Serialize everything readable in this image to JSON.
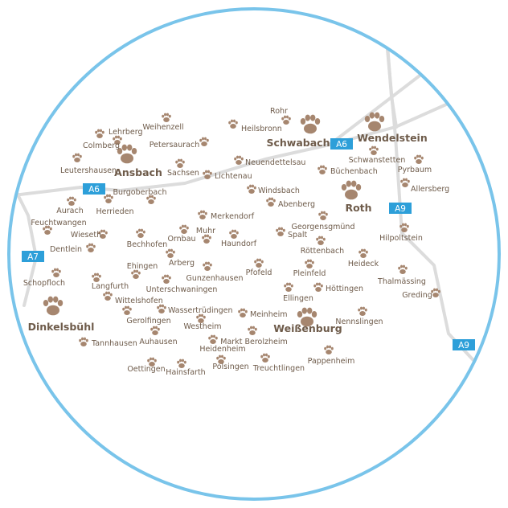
{
  "colors": {
    "border": "#79c4ea",
    "road": "#dcdcdc",
    "paw": "#a6866f",
    "label": "#6e5b4a",
    "highway_badge": "#2d9fd9"
  },
  "icon": "paw-print-icon",
  "highways": [
    {
      "id": "a6-west",
      "label": "A6"
    },
    {
      "id": "a6-east",
      "label": "A6"
    },
    {
      "id": "a9-north",
      "label": "A9"
    },
    {
      "id": "a9-south",
      "label": "A9"
    },
    {
      "id": "a7",
      "label": "A7"
    }
  ],
  "places": [
    {
      "name": "Rohr",
      "major": false
    },
    {
      "name": "Heilsbronn",
      "major": false
    },
    {
      "name": "Schwabach",
      "major": true
    },
    {
      "name": "Wendelstein",
      "major": true
    },
    {
      "name": "Lehrberg",
      "major": false
    },
    {
      "name": "Weihenzell",
      "major": false
    },
    {
      "name": "Colmberg",
      "major": false
    },
    {
      "name": "Petersaurach",
      "major": false
    },
    {
      "name": "Ansbach",
      "major": true
    },
    {
      "name": "Leutershausen",
      "major": false
    },
    {
      "name": "Sachsen",
      "major": false
    },
    {
      "name": "Neuendettelsau",
      "major": false
    },
    {
      "name": "Lichtenau",
      "major": false
    },
    {
      "name": "Büchenbach",
      "major": false
    },
    {
      "name": "Schwanstetten",
      "major": false
    },
    {
      "name": "Pyrbaum",
      "major": false
    },
    {
      "name": "Burgoberbach",
      "major": false
    },
    {
      "name": "Herrieden",
      "major": false
    },
    {
      "name": "Windsbach",
      "major": false
    },
    {
      "name": "Roth",
      "major": true
    },
    {
      "name": "Allersberg",
      "major": false
    },
    {
      "name": "Abenberg",
      "major": false
    },
    {
      "name": "Aurach",
      "major": false
    },
    {
      "name": "Feuchtwangen",
      "major": false
    },
    {
      "name": "Merkendorf",
      "major": false
    },
    {
      "name": "Georgensgmünd",
      "major": false
    },
    {
      "name": "Wieseth",
      "major": false
    },
    {
      "name": "Muhr",
      "major": false
    },
    {
      "name": "Ornbau",
      "major": false
    },
    {
      "name": "Spalt",
      "major": false
    },
    {
      "name": "Hilpoltstein",
      "major": false
    },
    {
      "name": "Bechhofen",
      "major": false
    },
    {
      "name": "Haundorf",
      "major": false
    },
    {
      "name": "Dentlein",
      "major": false
    },
    {
      "name": "Röttenbach",
      "major": false
    },
    {
      "name": "Arberg",
      "major": false
    },
    {
      "name": "Heideck",
      "major": false
    },
    {
      "name": "Ehingen",
      "major": false
    },
    {
      "name": "Pfofeld",
      "major": false
    },
    {
      "name": "Gunzenhausen",
      "major": false
    },
    {
      "name": "Pleinfeld",
      "major": false
    },
    {
      "name": "Schopfloch",
      "major": false
    },
    {
      "name": "Langfurth",
      "major": false
    },
    {
      "name": "Unterschwaningen",
      "major": false
    },
    {
      "name": "Thalmässing",
      "major": false
    },
    {
      "name": "Höttingen",
      "major": false
    },
    {
      "name": "Ellingen",
      "major": false
    },
    {
      "name": "Wittelshofen",
      "major": false
    },
    {
      "name": "Greding",
      "major": false
    },
    {
      "name": "Dinkelsbühl",
      "major": true
    },
    {
      "name": "Wassertrüdingen",
      "major": false
    },
    {
      "name": "Meinheim",
      "major": false
    },
    {
      "name": "Gerolfingen",
      "major": false
    },
    {
      "name": "Nennslingen",
      "major": false
    },
    {
      "name": "Westheim",
      "major": false
    },
    {
      "name": "Weißenburg",
      "major": true
    },
    {
      "name": "Auhausen",
      "major": false
    },
    {
      "name": "Markt Berolzheim",
      "major": false
    },
    {
      "name": "Tannhausen",
      "major": false
    },
    {
      "name": "Heidenheim",
      "major": false
    },
    {
      "name": "Pappenheim",
      "major": false
    },
    {
      "name": "Oettingen",
      "major": false
    },
    {
      "name": "Polsingen",
      "major": false
    },
    {
      "name": "Treuchtlingen",
      "major": false
    },
    {
      "name": "Hainsfarth",
      "major": false
    }
  ]
}
